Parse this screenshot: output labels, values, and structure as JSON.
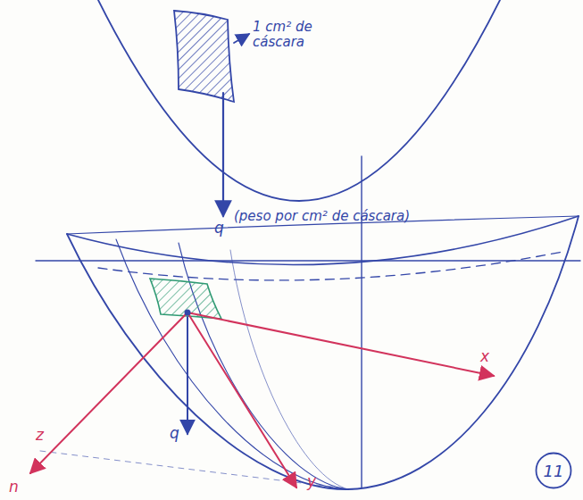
{
  "diagram": {
    "nodes": [
      {
        "text": [
          "11"
        ]
      }
    ],
    "labels": [
      "1 cm² de cáscara",
      "q",
      "(peso por cm² de cáscara)",
      "q",
      "x",
      "y",
      "z",
      "n"
    ]
  }
}
